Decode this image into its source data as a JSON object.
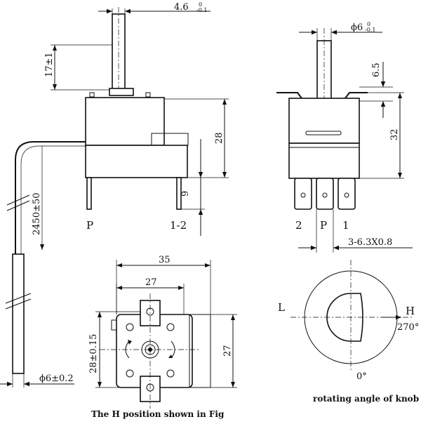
{
  "front_view": {
    "shaft_width": "4.6",
    "shaft_width_tol_upper": "0",
    "shaft_width_tol_lower": "-0.1",
    "shaft_height": "17±1",
    "body_height": "28",
    "terminal_height": "9",
    "capillary_length": "2450±50",
    "bulb_diameter": "ϕ6±0.2",
    "terminal_label_p": "P",
    "terminal_label_12": "1-2"
  },
  "side_view": {
    "shaft_diameter": "ϕ6",
    "shaft_diameter_tol_upper": "0",
    "shaft_diameter_tol_lower": "-0.1",
    "shaft_length": "6.5",
    "overall_height": "32",
    "terminal_size": "3-6.3X0.8",
    "terminal_labels": [
      "2",
      "P",
      "1"
    ]
  },
  "bottom_view": {
    "overall_width": "35",
    "hole_spacing_x": "27",
    "hole_spacing_y": "28±0.15",
    "body_height": "27",
    "caption": "The H position  shown in Fig"
  },
  "knob_view": {
    "label_l": "L",
    "label_h": "H",
    "angle_end": "270°",
    "angle_start": "0°",
    "caption": "rotating angle of knob"
  }
}
